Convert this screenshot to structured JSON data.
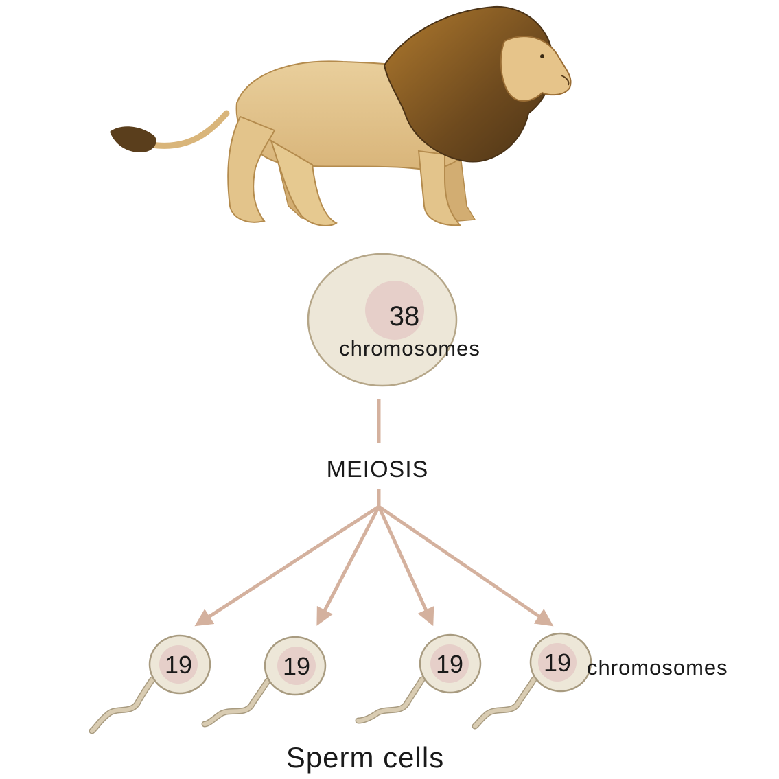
{
  "parent_cell": {
    "count": "38",
    "unit": "chromosomes"
  },
  "process_label": "MEIOSIS",
  "daughter_cells": [
    {
      "count": "19"
    },
    {
      "count": "19"
    },
    {
      "count": "19"
    },
    {
      "count": "19"
    }
  ],
  "daughter_unit": "chromosomes",
  "caption": "Sperm cells",
  "colors": {
    "arrow": "#d4b19e",
    "cell_fill": "#ede7d8",
    "cell_stroke": "#b5a688",
    "nucleus": "#e6cfc9",
    "tail": "#d9ccb2",
    "tail_stroke": "#a89b80"
  },
  "icons": {
    "organism": "lion-illustration"
  }
}
